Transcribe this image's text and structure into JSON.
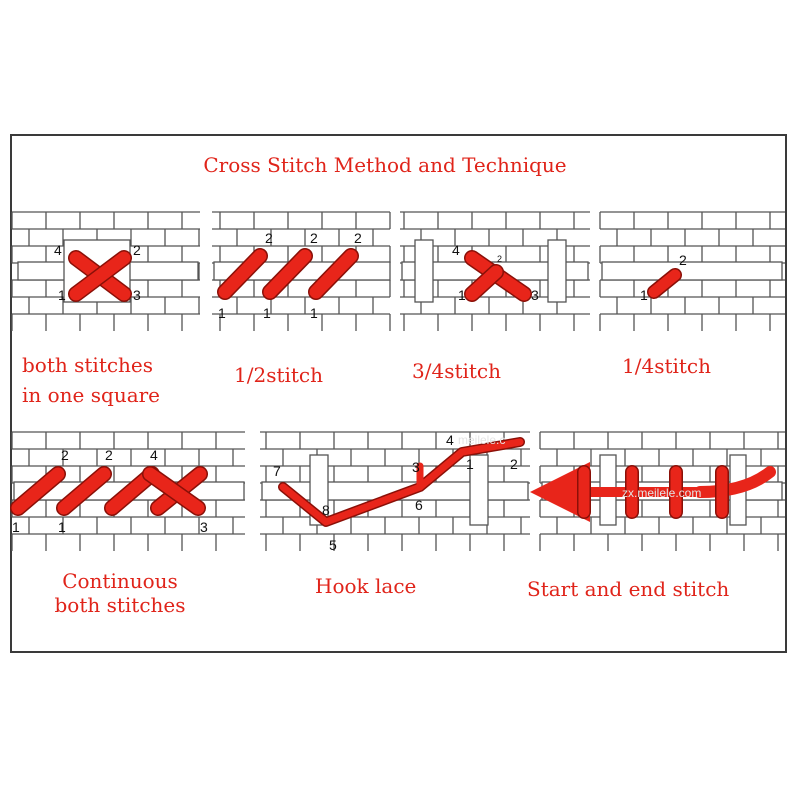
{
  "title": "Cross Stitch Method and Technique",
  "colors": {
    "stitch": "#e8251a",
    "stitch_edge": "#8a1008",
    "grid": "#555555",
    "label": "#e0241a"
  },
  "panels": {
    "both_in_square": {
      "label_line1": "both stitches",
      "label_line2": "in one square",
      "numbers": [
        "4",
        "2",
        "1",
        "3"
      ]
    },
    "half_stitch": {
      "label": "1/2stitch",
      "numbers": [
        "2",
        "2",
        "2",
        "1",
        "1",
        "1"
      ]
    },
    "three_quarter_stitch": {
      "label": "3/4stitch",
      "numbers": [
        "4",
        "2",
        "1",
        "3"
      ]
    },
    "quarter_stitch": {
      "label": "1/4stitch",
      "numbers": [
        "2",
        "1"
      ]
    },
    "continuous_both": {
      "label_line1": "Continuous",
      "label_line2": "both stitches",
      "numbers": [
        "2",
        "2",
        "4",
        "1",
        "1",
        "3"
      ]
    },
    "hook_lace": {
      "label": "Hook lace",
      "numbers": [
        "4",
        "3",
        "1",
        "2",
        "7",
        "8",
        "6",
        "5"
      ],
      "watermark": "meilele.c"
    },
    "start_end": {
      "label": "Start and end stitch",
      "watermark": "zx.meilele.com"
    }
  }
}
